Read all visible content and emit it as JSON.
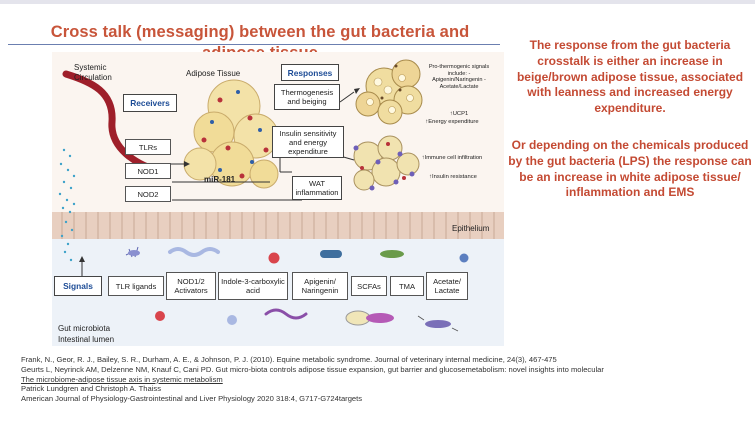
{
  "slide": {
    "title": "Cross talk (messaging) between the gut bacteria and adipose tissue",
    "note1": "The response from the gut bacteria crosstalk is either an increase in beige/brown adipose tissue, associated with leanness and increased energy expenditure.",
    "note2": "Or depending on the chemicals produced by the gut bacteria (LPS) the response can be an increase in white adipose tissue/ inflammation and EMS"
  },
  "figure": {
    "systemic_circulation": "Systemic Circulation",
    "adipose_tissue": "Adipose Tissue",
    "receivers": "Receivers",
    "responses": "Responses",
    "receptors": [
      "TLRs",
      "NOD1",
      "NOD2"
    ],
    "mir": "miR-181",
    "response_boxes": [
      "Thermogenesis and beiging",
      "Insulin sensitivity and energy expenditure",
      "WAT inflammation"
    ],
    "pro_thermogenic": "Pro-thermogenic signals include: - Apigenin/Naringenin - Acetate/Lactate",
    "ucp1": "↑UCP1",
    "energy": "↑Energy expenditure",
    "immune": "↑Immune cell infiltration",
    "insulin_res": "↑Insulin resistance",
    "epithelium": "Epithelium",
    "signals": "Signals",
    "signal_boxes": [
      "TLR ligands",
      "NOD1/2 Activators",
      "Indole-3-carboxylic acid",
      "Apigenin/ Naringenin",
      "SCFAs",
      "TMA",
      "Acetate/ Lactate"
    ],
    "gut_microbiota": "Gut microbiota",
    "intestinal_lumen": "Intestinal lumen"
  },
  "references": [
    "Frank, N., Geor, R. J., Bailey, S. R., Durham, A. E., & Johnson, P. J. (2010). Equine metabolic syndrome. Journal of veterinary internal medicine, 24(3), 467-475",
    "Geurts L, Neyrinck AM, Delzenne NM, Knauf C, Cani PD. Gut micro-biota controls adipose tissue expansion, gut barrier and glucosemetabolism: novel insights into molecular",
    "The microbiome-adipose tissue axis in systemic metabolism",
    "Patrick Lundgren and Christoph A. Thaiss",
    "American Journal of Physiology-Gastrointestinal and Liver Physiology 2020 318:4, G717-G724targets"
  ],
  "colors": {
    "title": "#c8553a",
    "note": "#c44a33",
    "receiver_blue": "#1d4c96"
  }
}
